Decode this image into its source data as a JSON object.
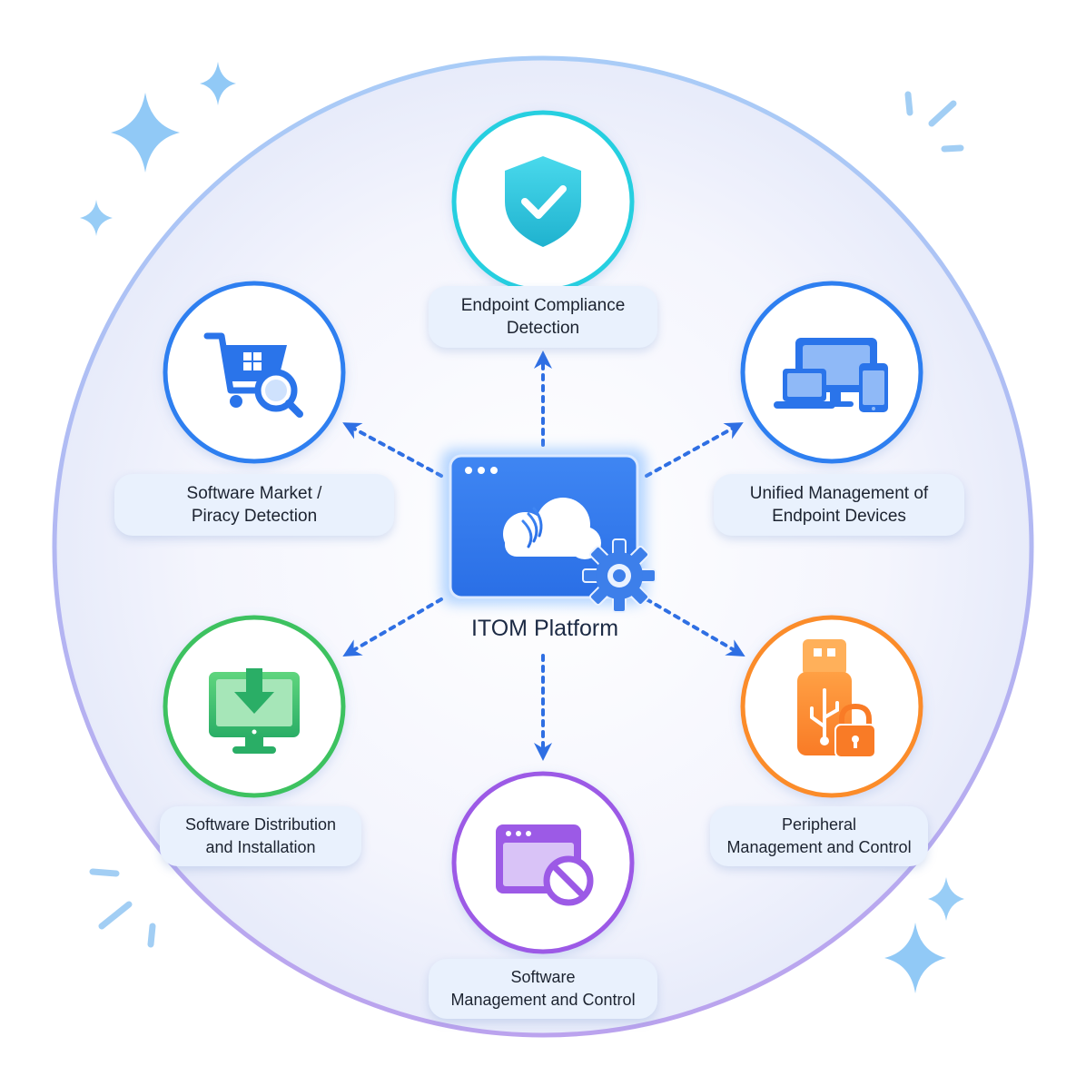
{
  "center": {
    "title": "ITOM Platform",
    "icon": "cloud-gear-window-icon"
  },
  "modules": [
    {
      "id": "endpoint-compliance",
      "lines": [
        "Endpoint Compliance",
        "Detection"
      ],
      "icon": "shield-check-icon",
      "color": "#26cfe0"
    },
    {
      "id": "unified-management",
      "lines": [
        "Unified Management of",
        "Endpoint Devices"
      ],
      "icon": "devices-icon",
      "color": "#2f7ff0"
    },
    {
      "id": "peripheral-control",
      "lines": [
        "Peripheral",
        "Management and Control"
      ],
      "icon": "usb-lock-icon",
      "color": "#fb8c2c"
    },
    {
      "id": "software-control",
      "lines": [
        "Software",
        "Management and Control"
      ],
      "icon": "window-block-icon",
      "color": "#9c5ae6"
    },
    {
      "id": "software-distribution",
      "lines": [
        "Software Distribution",
        "and Installation"
      ],
      "icon": "monitor-download-icon",
      "color": "#3ec260"
    },
    {
      "id": "software-market",
      "lines": [
        "Software Market /",
        "Piracy Detection"
      ],
      "icon": "cart-search-icon",
      "color": "#2f7ff0"
    }
  ]
}
